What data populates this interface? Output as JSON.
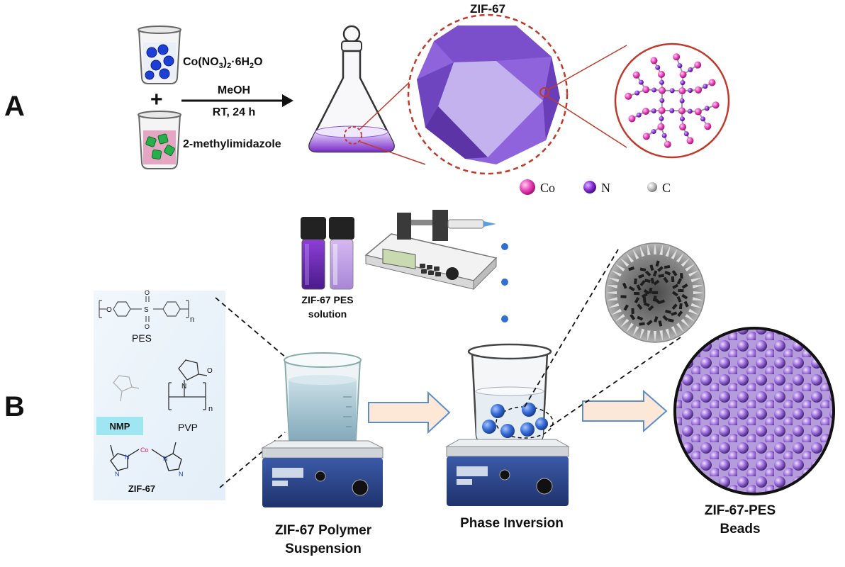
{
  "panels": {
    "a": "A",
    "b": "B"
  },
  "reagents": {
    "metal_salt": "Co(NO3)2·6H2O",
    "metal_salt_prefix": "Co(NO",
    "metal_salt_sub1": "3",
    "metal_salt_mid": ")",
    "metal_salt_sub2": "2",
    "metal_salt_suffix": "·6H",
    "metal_salt_sub3": "2",
    "metal_salt_end": "O",
    "plus": "+",
    "ligand": "2-methylimidazole"
  },
  "reaction": {
    "solvent": "MeOH",
    "conditions": "RT, 24 h"
  },
  "crystal": {
    "title": "ZIF-67"
  },
  "legend": {
    "co": "Co",
    "n": "N",
    "c": "C"
  },
  "colors": {
    "co": "#e83fb7",
    "n": "#8a2bd6",
    "c": "#c0c0c0",
    "zif_purple": "#8e63db",
    "arrow_fill": "#fde7d6",
    "arrow_stroke": "#5a8fc9",
    "bead_blue": "#3a6fd8",
    "callout_red": "#c0392b"
  },
  "chemistry": {
    "pes_label": "PES",
    "pes_n": "n",
    "pvp_label": "PVP",
    "pvp_n": "n",
    "nmp_label": "NMP",
    "zif_label": "ZIF-67",
    "co_atom": "Co",
    "n_atom": "N",
    "o_atom": "O",
    "s_atom": "S"
  },
  "vials": {
    "label_line1": "ZIF-67 PES",
    "label_line2": "solution"
  },
  "steps": {
    "suspension_line1": "ZIF-67 Polymer",
    "suspension_line2": "Suspension",
    "inversion": "Phase Inversion",
    "beads_line1": "ZIF-67-PES",
    "beads_line2": "Beads"
  }
}
